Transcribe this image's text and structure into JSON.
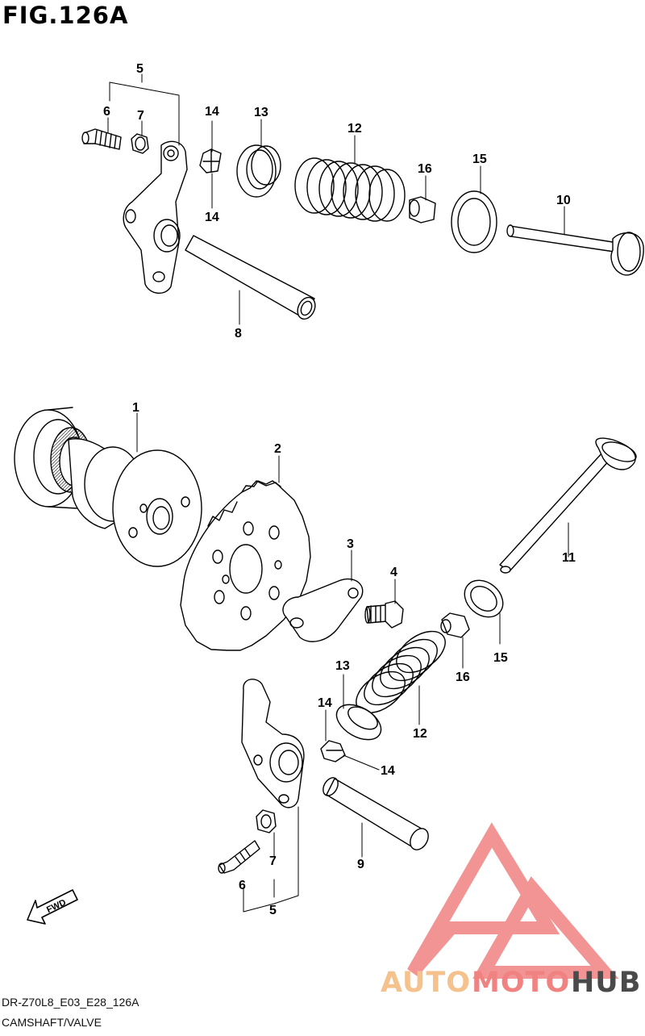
{
  "title": "FIG.126A",
  "footer": {
    "code": "DR-Z70L8_E03_E28_126A",
    "caption": "CAMSHAFT/VALVE"
  },
  "watermark": {
    "part1": "AUTO",
    "part2": "MOTO",
    "part3": "HUB",
    "color_light": "#f5c28e",
    "color_red": "#f08282",
    "color_dark": "#4a4a4a"
  },
  "fwd_label": "FWD",
  "callouts": {
    "n1": "1",
    "n2": "2",
    "n3": "3",
    "n4": "4",
    "n5": "5",
    "n6": "6",
    "n7": "7",
    "n8": "8",
    "n9": "9",
    "n10": "10",
    "n11": "11",
    "n12": "12",
    "n13": "13",
    "n14": "14",
    "n15": "15",
    "n16": "16"
  }
}
